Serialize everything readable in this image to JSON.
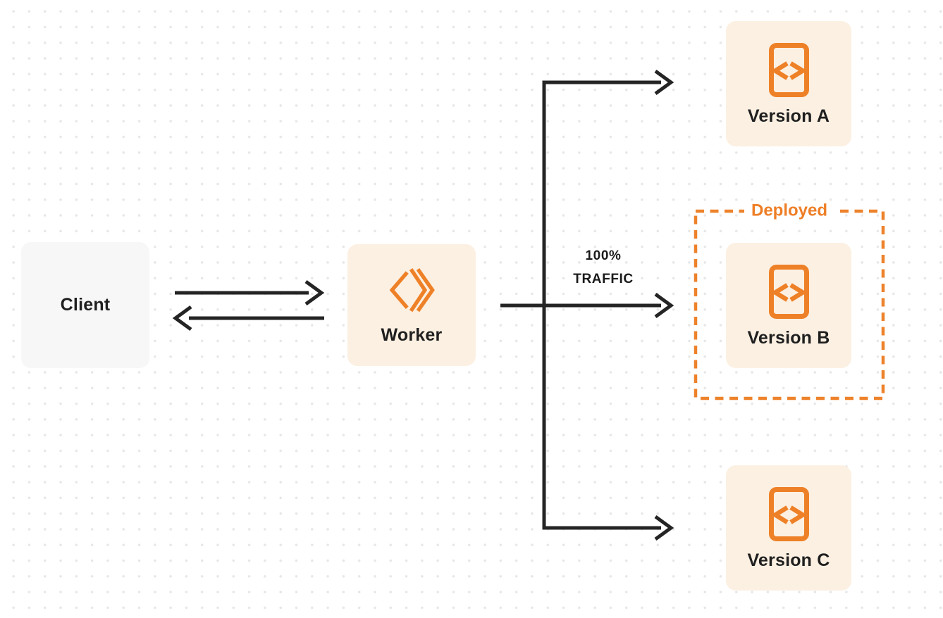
{
  "diagram": {
    "title": "worker-traffic-routing-diagram",
    "nodes": {
      "client": {
        "label": "Client"
      },
      "worker": {
        "label": "Worker"
      },
      "version_a": {
        "label": "Version A"
      },
      "version_b": {
        "label": "Version B"
      },
      "version_c": {
        "label": "Version C"
      }
    },
    "annotations": {
      "deployed": {
        "label": "Deployed"
      },
      "traffic": {
        "line1": "100%",
        "line2": "TRAFFIC"
      }
    },
    "edges": [
      {
        "from": "client",
        "to": "worker",
        "style": "arrow-right"
      },
      {
        "from": "worker",
        "to": "client",
        "style": "arrow-left"
      },
      {
        "from": "worker",
        "to": "version_a",
        "style": "arrow"
      },
      {
        "from": "worker",
        "to": "version_b",
        "style": "arrow",
        "label": "100% TRAFFIC"
      },
      {
        "from": "worker",
        "to": "version_c",
        "style": "arrow"
      }
    ],
    "icons": {
      "worker_icon": "cloudflare-workers-icon",
      "version_icon": "code-file-icon"
    },
    "colors": {
      "accent_orange": "#EE8127",
      "node_cream_bg": "#FCF0E2",
      "client_gray_bg": "#F7F7F8",
      "arrow_dark": "#242424",
      "label_dark": "#1F1F1F",
      "deployed_text": "#EE7E26",
      "dot_grid": "#E7E7E7",
      "background": "#FFFFFF"
    }
  }
}
